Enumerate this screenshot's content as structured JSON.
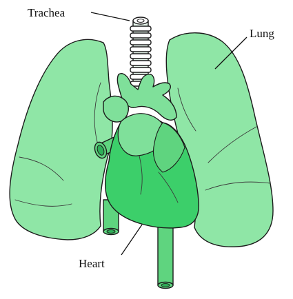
{
  "labels": {
    "trachea": "Trachea",
    "lung": "Lung",
    "heart": "Heart"
  },
  "colors": {
    "organ_fill": "#8fe6a6",
    "organ_fill_dark": "#5fd47f",
    "heart_fill": "#3ccf6a",
    "outline": "#1b1b1b"
  }
}
